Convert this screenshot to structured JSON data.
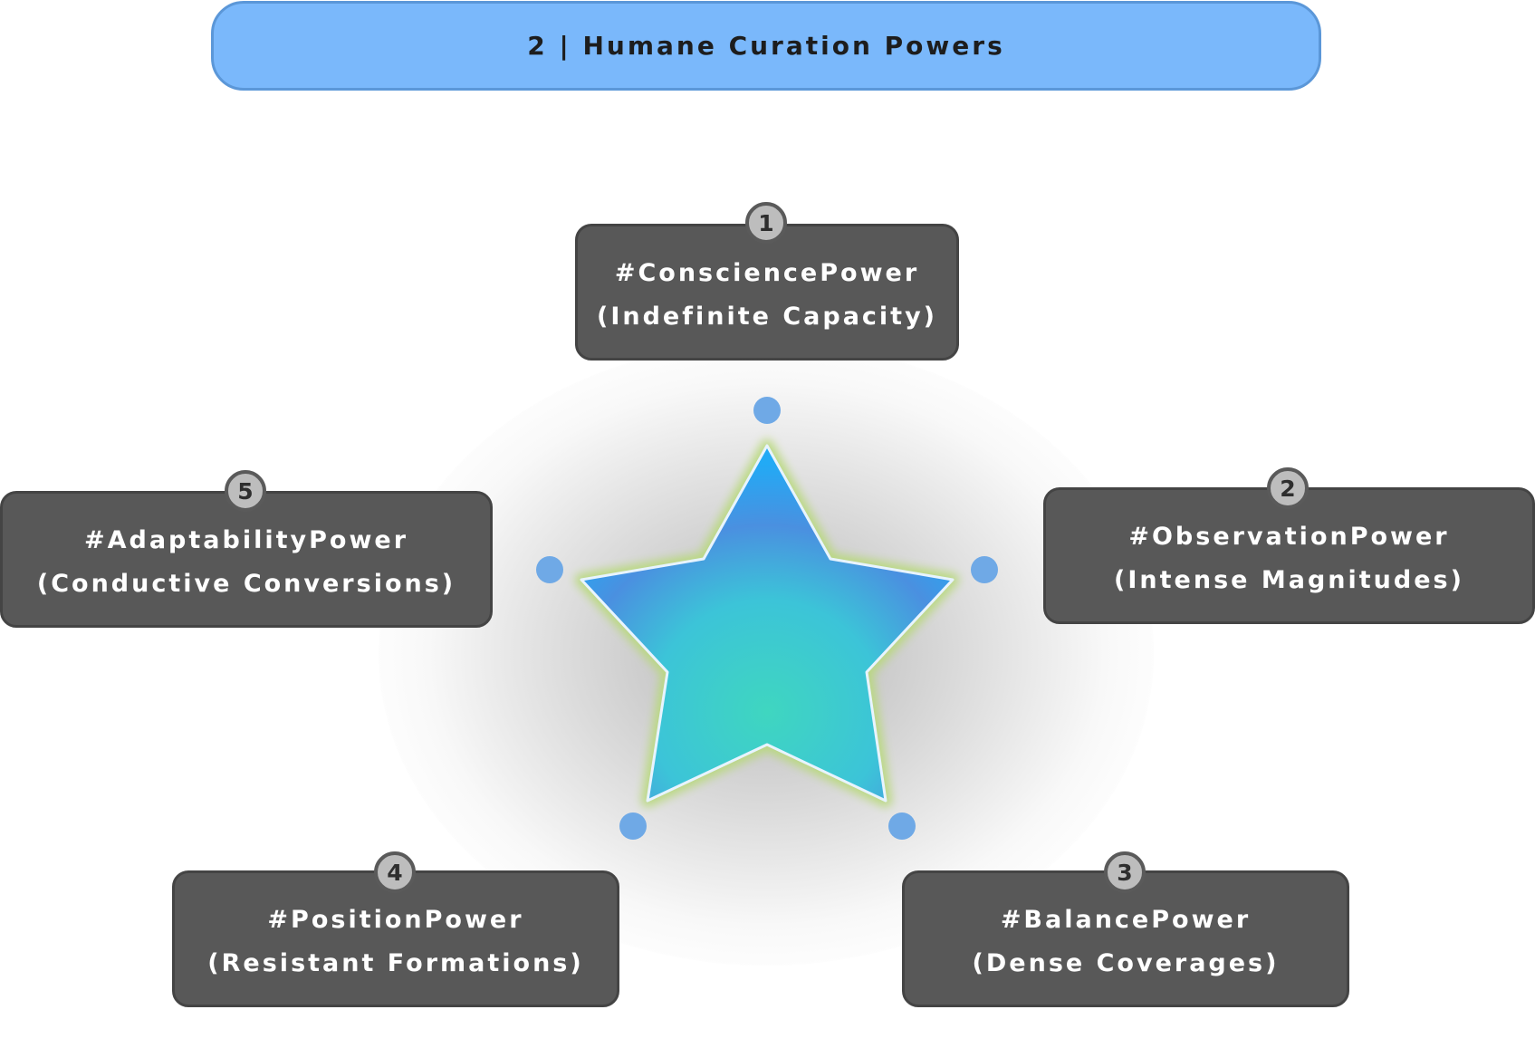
{
  "header": {
    "title": "2 | Humane Curation Powers"
  },
  "cards": [
    {
      "number": "1",
      "name": "#ConsciencePower",
      "subtitle": "(Indefinite Capacity)"
    },
    {
      "number": "2",
      "name": "#ObservationPower",
      "subtitle": "(Intense Magnitudes)"
    },
    {
      "number": "3",
      "name": "#BalancePower",
      "subtitle": "(Dense Coverages)"
    },
    {
      "number": "4",
      "name": "#PositionPower",
      "subtitle": "(Resistant Formations)"
    },
    {
      "number": "5",
      "name": "#AdaptabilityPower",
      "subtitle": "(Conductive Conversions)"
    }
  ],
  "colors": {
    "header_fill": "#7ab8fb",
    "card_fill": "#585858",
    "badge_fill": "#bdbdbd",
    "connector_dot": "#6fa9e6",
    "star_gradient": [
      "#4a8fe0",
      "#3fd6c0",
      "#22aaf5"
    ],
    "star_outline": "#b8d97a"
  },
  "icons": {
    "center": "star-icon"
  }
}
